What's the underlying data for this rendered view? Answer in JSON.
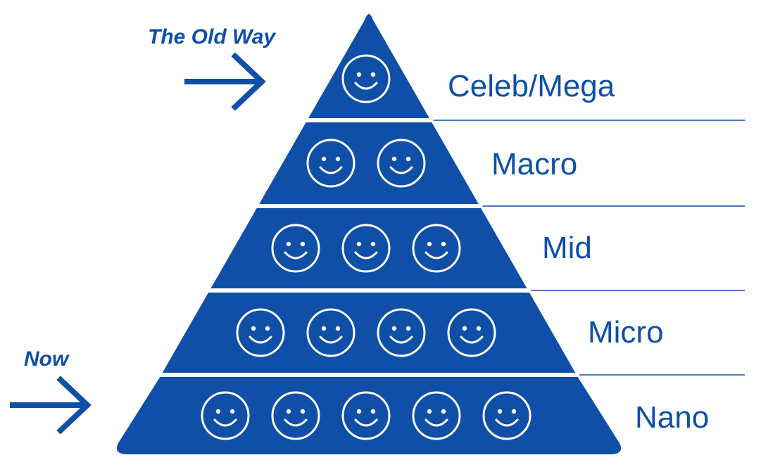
{
  "colors": {
    "primary": "#0f4fa8",
    "background": "#ffffff",
    "face": "#ffffff"
  },
  "annotations": {
    "old_way": {
      "label": "The Old Way",
      "points_to": "Celeb/Mega"
    },
    "now": {
      "label": "Now",
      "points_to": "Nano"
    }
  },
  "tiers": [
    {
      "label": "Celeb/Mega",
      "faces": 1,
      "icon": "smiley-face-icon"
    },
    {
      "label": "Macro",
      "faces": 2,
      "icon": "smiley-face-icon"
    },
    {
      "label": "Mid",
      "faces": 3,
      "icon": "smiley-face-icon"
    },
    {
      "label": "Micro",
      "faces": 4,
      "icon": "smiley-face-icon"
    },
    {
      "label": "Nano",
      "faces": 5,
      "icon": "smiley-face-icon"
    }
  ]
}
